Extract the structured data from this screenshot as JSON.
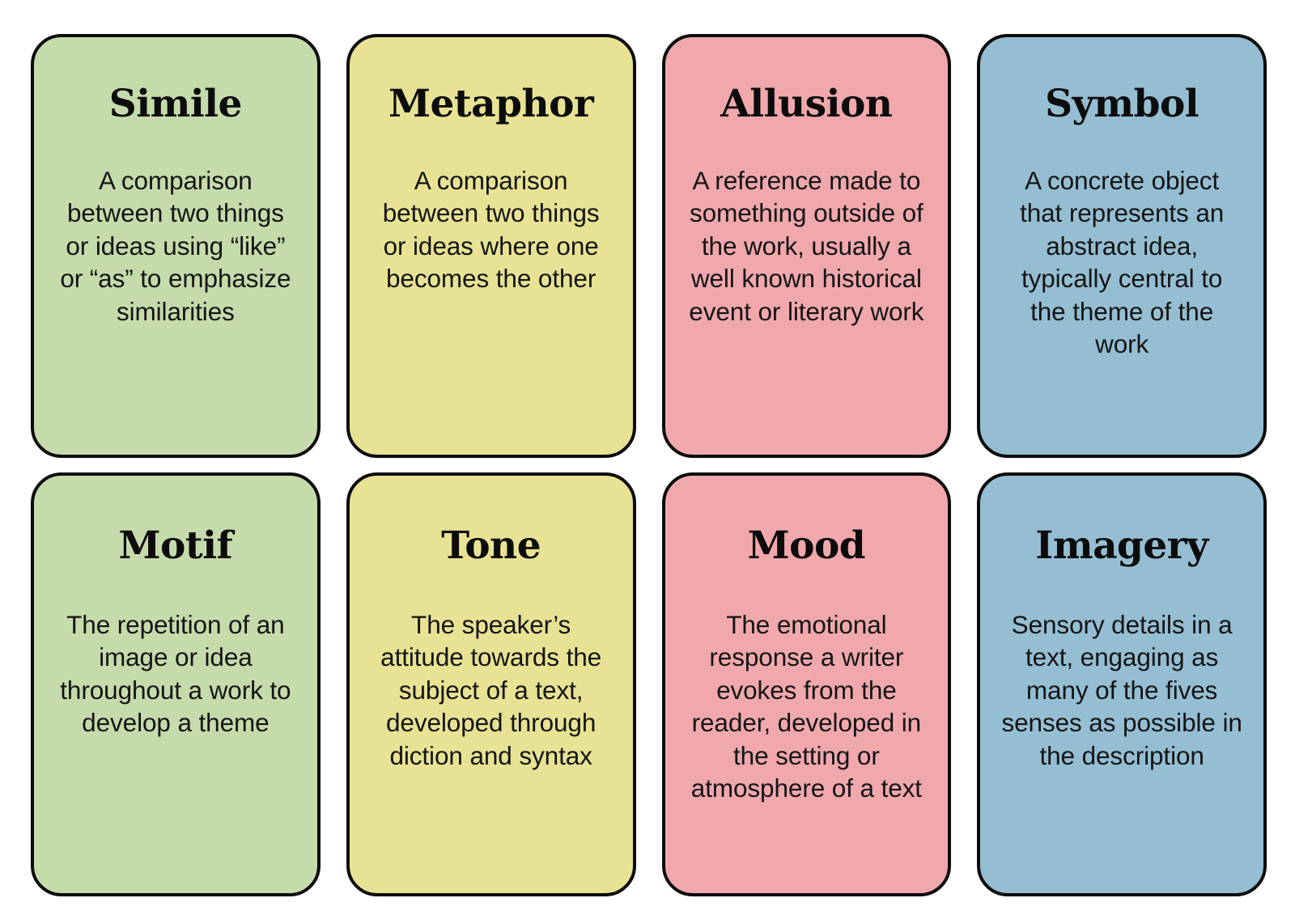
{
  "page": {
    "kind": "literary-terms-flashcard-grid",
    "background_color": "#ffffff",
    "columns": 4,
    "rows": 2,
    "border_color": "#0c0c0c"
  },
  "palette": {
    "green": "#c5dbab",
    "yellow": "#e8e294",
    "pink": "#f0a8ac",
    "blue": "#95bed3"
  },
  "cards": [
    {
      "title": "Simile",
      "definition": "A comparison between two things or ideas using “like” or “as” to emphasize similarities",
      "color": "#c5dbab",
      "color_name": "green"
    },
    {
      "title": "Metaphor",
      "definition": "A comparison between two things or ideas where one becomes the other",
      "color": "#e8e294",
      "color_name": "yellow"
    },
    {
      "title": "Allusion",
      "definition": "A reference made to something outside of the work, usually a well known historical event or literary work",
      "color": "#f0a8ac",
      "color_name": "pink"
    },
    {
      "title": "Symbol",
      "definition": "A concrete object that represents an abstract idea, typically central to the theme of the work",
      "color": "#95bed3",
      "color_name": "blue"
    },
    {
      "title": "Motif",
      "definition": "The repetition of an image or idea throughout a work to develop a theme",
      "color": "#c5dbab",
      "color_name": "green"
    },
    {
      "title": "Tone",
      "definition": "The speaker’s attitude towards the subject of a text, developed through diction and syntax",
      "color": "#e8e294",
      "color_name": "yellow"
    },
    {
      "title": "Mood",
      "definition": "The emotional response a writer evokes from the reader, developed in the setting or atmosphere of a text",
      "color": "#f0a8ac",
      "color_name": "pink"
    },
    {
      "title": "Imagery",
      "definition": "Sensory details in a text, engaging as many of the fives senses as possible in the description",
      "color": "#95bed3",
      "color_name": "blue"
    }
  ]
}
